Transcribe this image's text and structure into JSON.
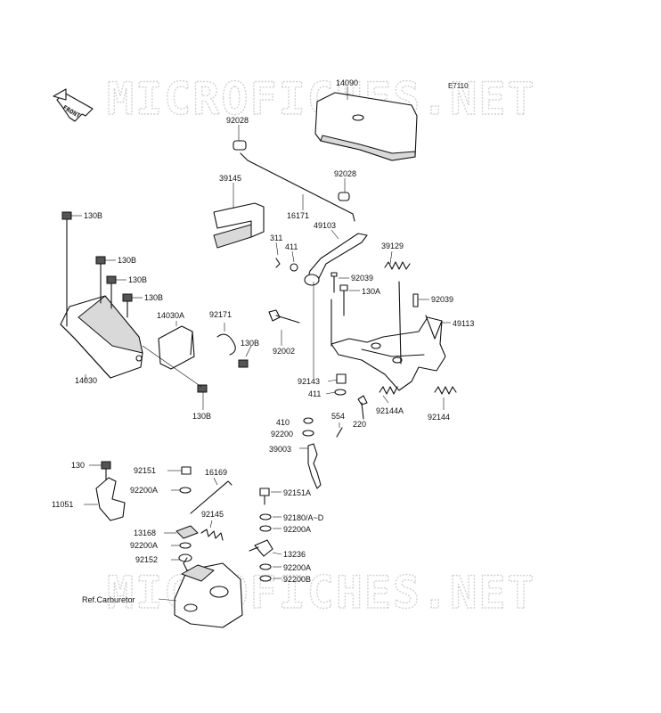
{
  "diagram": {
    "code": "E7110",
    "front_label": "FRONT",
    "watermark": "MICROFICHES.NET",
    "labels": {
      "p14090": "14090",
      "p92028_top": "92028",
      "p92028_mid": "92028",
      "p39145": "39145",
      "p16171": "16171",
      "p49103": "49103",
      "p311": "311",
      "p411_upper": "411",
      "p39129": "39129",
      "p92039_mid": "92039",
      "p130A": "130A",
      "p92039_right": "92039",
      "p49113": "49113",
      "p92002": "92002",
      "p92143": "92143",
      "p411_lower": "411",
      "p92144A": "92144A",
      "p92144": "92144",
      "p410": "410",
      "p92200_mid": "92200",
      "p554": "554",
      "p220": "220",
      "p39003": "39003",
      "p130B_1": "130B",
      "p130B_2": "130B",
      "p130B_3": "130B",
      "p130B_4": "130B",
      "p14030A": "14030A",
      "p92171": "92171",
      "p130B_5": "130B",
      "p14030": "14030",
      "p130B_6": "130B",
      "p130": "130",
      "p11051": "11051",
      "p92151": "92151",
      "p16169": "16169",
      "p92200A_1": "92200A",
      "p92151A": "92151A",
      "p92145": "92145",
      "p92180": "92180/A~D",
      "p13168": "13168",
      "p92200A_2": "92200A",
      "p92200A_3": "92200A",
      "p92152": "92152",
      "p13236": "13236",
      "p92200A_4": "92200A",
      "p92200B": "92200B",
      "ref_carburetor": "Ref.Carburetor"
    }
  }
}
